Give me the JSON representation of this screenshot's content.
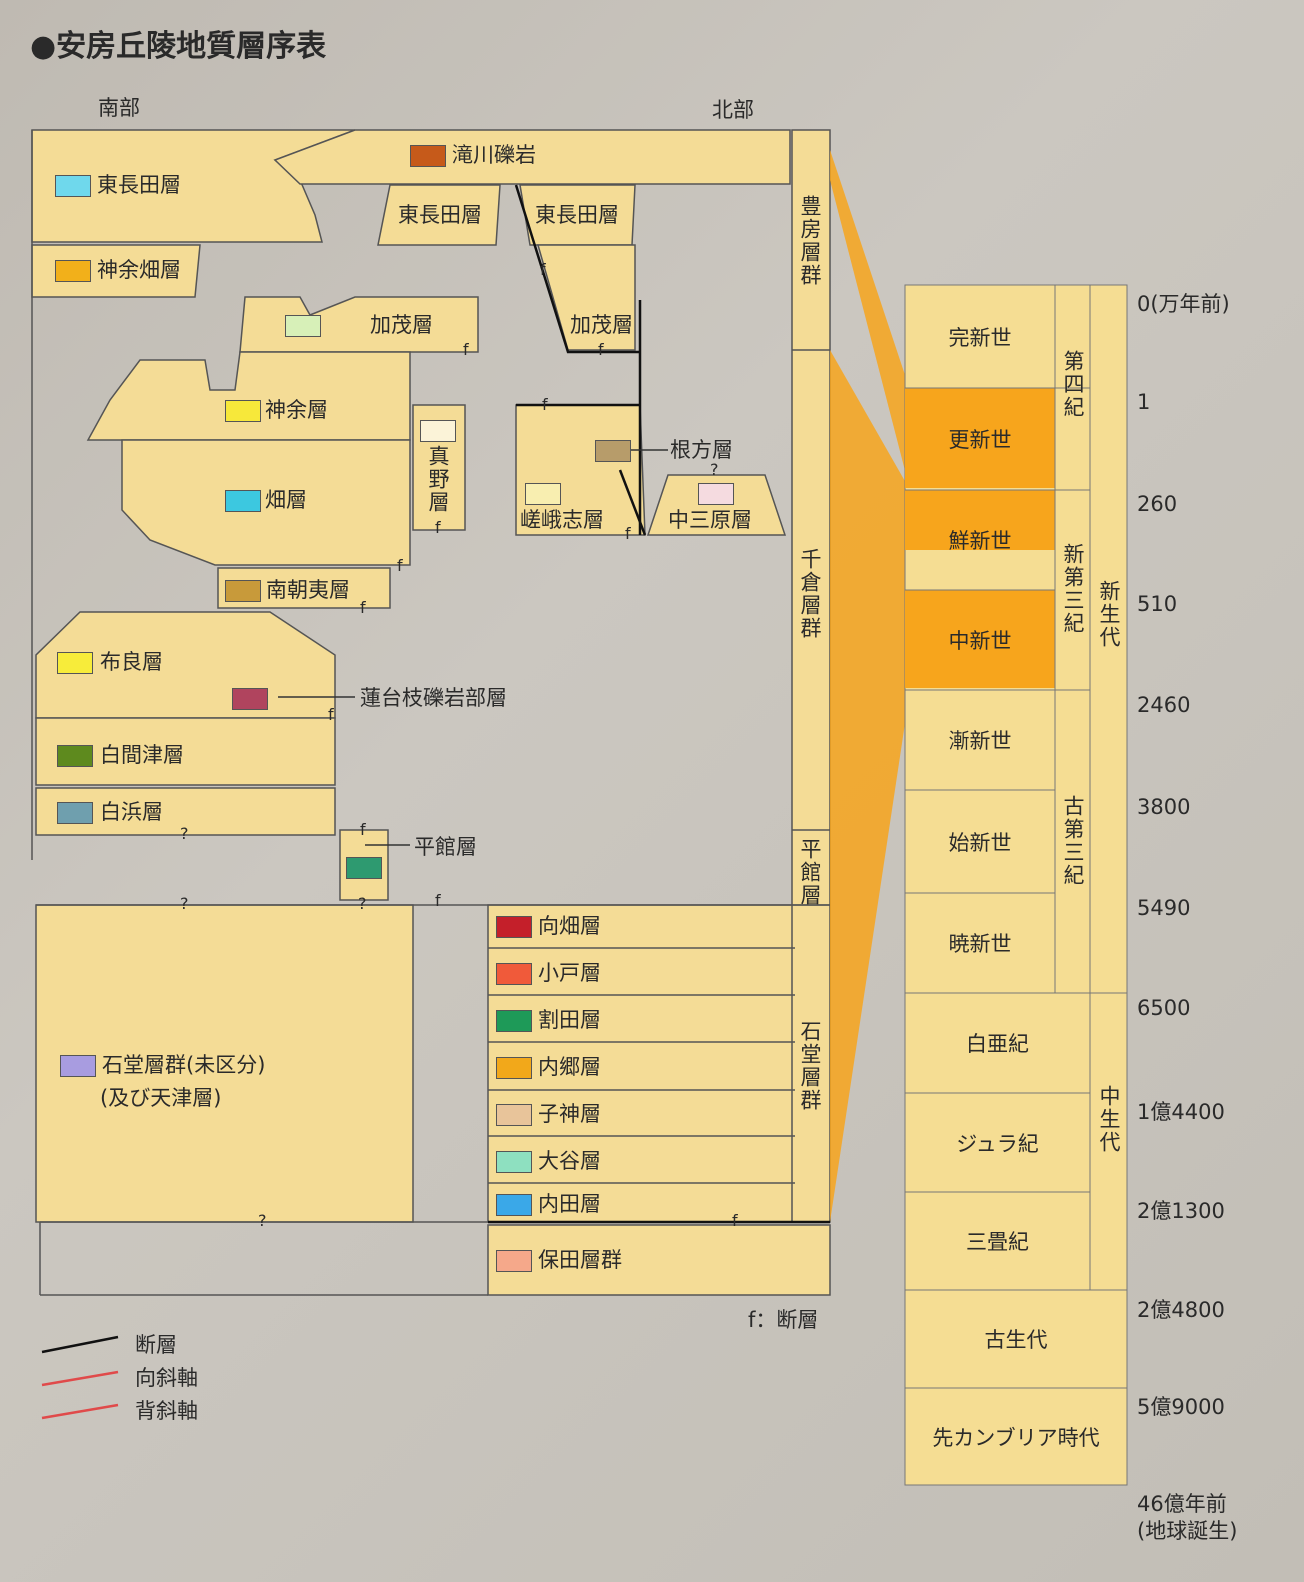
{
  "title": "●安房丘陵地質層序表",
  "direction": {
    "south": "南部",
    "north": "北部"
  },
  "formations": {
    "takigawa": {
      "label": "滝川礫岩",
      "color": "#c65a1a"
    },
    "higashinagata1": {
      "label": "東長田層",
      "color": "#6fd8ec"
    },
    "higashinagata2": {
      "label": "東長田層"
    },
    "higashinagata3": {
      "label": "東長田層"
    },
    "jinyobata": {
      "label": "神余畑層",
      "color": "#f2b01a"
    },
    "kamo1": {
      "label": "加茂層",
      "color": "#d7f0b8"
    },
    "kamo2": {
      "label": "加茂層"
    },
    "jinyo": {
      "label": "神余層",
      "color": "#f7e83a"
    },
    "hata": {
      "label": "畑層",
      "color": "#3cc8e0"
    },
    "manno": {
      "label": "真野層",
      "color": "#fbf3d8"
    },
    "nekata": {
      "label": "根方層",
      "color": "#b79c6a"
    },
    "sagashi": {
      "label": "嵯峨志層",
      "color": "#f8eeb0"
    },
    "nakamihara": {
      "label": "中三原層",
      "color": "#f5dbe0"
    },
    "minamitomoe": {
      "label": "南朝夷層",
      "color": "#c89a3a"
    },
    "mera": {
      "label": "布良層",
      "color": "#f7ec3a"
    },
    "rendaishi": {
      "label": "蓮台枝礫岩部層",
      "color": "#b0445e"
    },
    "shiramazu": {
      "label": "白間津層",
      "color": "#5e8a1e"
    },
    "shirahama": {
      "label": "白浜層",
      "color": "#6f9fae"
    },
    "heidate": {
      "label": "平館層",
      "color": "#2e9a70"
    },
    "ishido": {
      "label": "石堂層群(未区分)",
      "label2": "(及び天津層)",
      "color": "#a89ce0"
    },
    "mukaibata": {
      "label": "向畑層",
      "color": "#c41f2a"
    },
    "koto": {
      "label": "小戸層",
      "color": "#f05a3a"
    },
    "warita": {
      "label": "割田層",
      "color": "#1e9a58"
    },
    "uchigo": {
      "label": "内郷層",
      "color": "#f2a81a"
    },
    "negami": {
      "label": "子神層",
      "color": "#e8c49a"
    },
    "ooya": {
      "label": "大谷層",
      "color": "#8ee0c0"
    },
    "uchida": {
      "label": "内田層",
      "color": "#3aa8e8"
    },
    "hota": {
      "label": "保田層群",
      "color": "#f5a88a"
    }
  },
  "groups": {
    "toyofusa": "豊房層群",
    "chikura": "千倉層群",
    "heidate": "平館層",
    "ishido": "石堂層群"
  },
  "symbols": {
    "fault": "f",
    "unknown": "?"
  },
  "fault_note": "f：断層",
  "legend": {
    "fault": "断層",
    "syncline": "向斜軸",
    "anticline": "背斜軸"
  },
  "timescale": {
    "epochs": [
      "完新世",
      "更新世",
      "鮮新世",
      "中新世",
      "漸新世",
      "始新世",
      "暁新世"
    ],
    "periods": [
      "白亜紀",
      "ジュラ紀",
      "三畳紀"
    ],
    "paleozoic": "古生代",
    "precambrian": "先カンブリア時代",
    "quaternary": "第四紀",
    "neogene": "新第三紀",
    "paleogene": "古第三紀",
    "cenozoic": "新生代",
    "mesozoic": "中生代",
    "ages": [
      "0(万年前)",
      "1",
      "260",
      "510",
      "2460",
      "3800",
      "5490",
      "6500",
      "1億4400",
      "2億1300",
      "2億4800",
      "5億9000",
      "46億年前",
      "(地球誕生)"
    ],
    "highlight_color": "#f7a51c",
    "cell_color": "#f5dd93"
  }
}
